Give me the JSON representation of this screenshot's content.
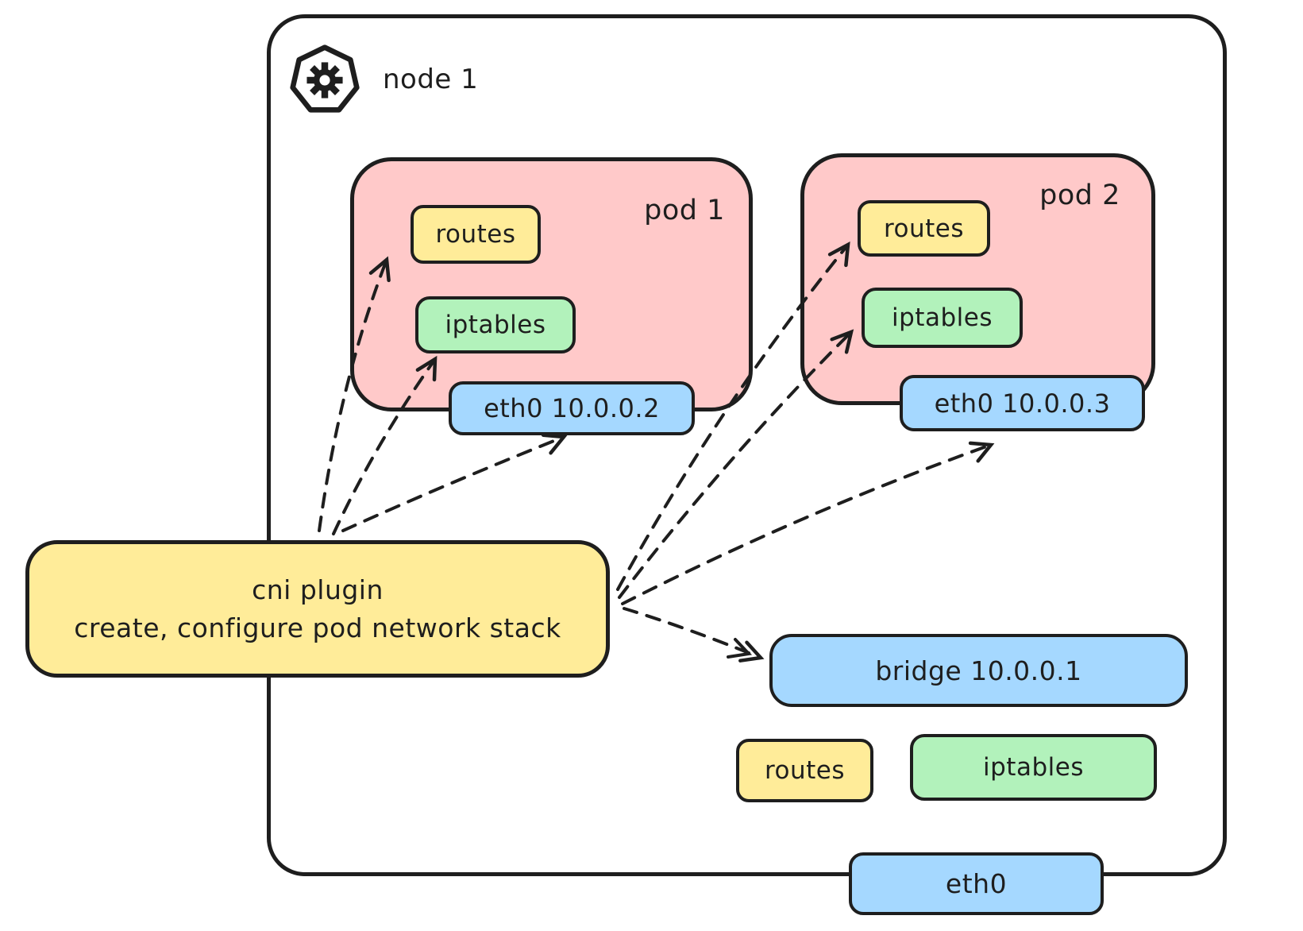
{
  "node": {
    "label": "node 1",
    "icon": "kubernetes-node-icon"
  },
  "pods": [
    {
      "label": "pod 1",
      "routes_label": "routes",
      "iptables_label": "iptables",
      "eth_label": "eth0 10.0.0.2"
    },
    {
      "label": "pod 2",
      "routes_label": "routes",
      "iptables_label": "iptables",
      "eth_label": "eth0 10.0.0.3"
    }
  ],
  "cni_plugin": {
    "line1": "cni plugin",
    "line2": "create, configure pod network stack"
  },
  "host_network": {
    "bridge_label": "bridge 10.0.0.1",
    "routes_label": "routes",
    "iptables_label": "iptables",
    "eth_label": "eth0"
  },
  "colors": {
    "stroke": "#1e1e1e",
    "pod_fill": "#ffc9c9",
    "yellow_fill": "#ffec99",
    "green_fill": "#b2f2bb",
    "blue_fill": "#a5d8ff",
    "background": "#ffffff"
  }
}
